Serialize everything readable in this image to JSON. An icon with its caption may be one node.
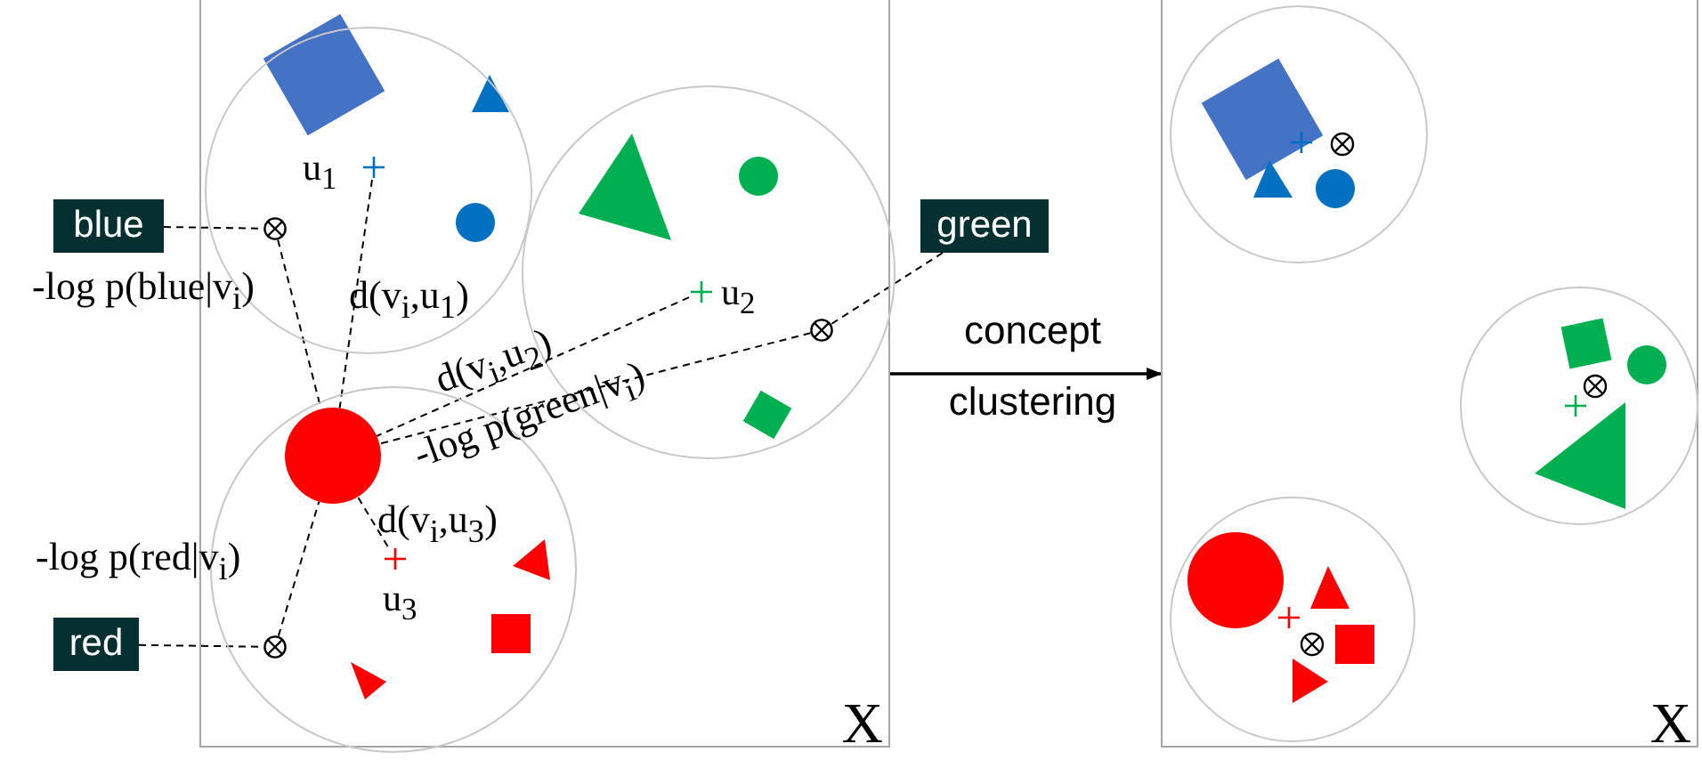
{
  "diagram": {
    "nodes": [
      {
        "text": [
          "X"
        ]
      },
      {
        "text": [],
        "shape": "circle",
        "in": 0
      },
      {
        "text": [
          "u$_{1}$"
        ],
        "in": 1
      },
      {
        "text": [],
        "shape": "circle",
        "in": 1
      },
      {
        "text": [],
        "shape": "circle",
        "in": 0
      },
      {
        "text": [
          "u$_{2}$"
        ],
        "in": 4
      },
      {
        "text": [],
        "shape": "circle",
        "in": 4
      },
      {
        "text": [],
        "shape": "circle",
        "in": 0
      },
      {
        "text": [],
        "shape": "circle",
        "in": 7
      },
      {
        "text": [
          "u$_{3}$"
        ],
        "in": 7
      },
      {
        "text": [],
        "shape": "circle",
        "in": 7
      },
      {
        "text": [
          "blue"
        ]
      },
      {
        "text": [
          "green"
        ]
      },
      {
        "text": [
          "red"
        ]
      },
      {
        "text": [
          "X"
        ]
      },
      {
        "text": [],
        "shape": "circle",
        "in": 14
      },
      {
        "text": [],
        "shape": "circle",
        "in": 14
      },
      {
        "text": [],
        "shape": "circle",
        "in": 14
      }
    ],
    "edges": [
      {
        "from": 11,
        "to": 3,
        "arrow": "none",
        "style": "dashed"
      },
      {
        "from": 3,
        "to": 8,
        "arrow": "none",
        "style": "dashed",
        "label": "-log p(blue|v$_{i}$)"
      },
      {
        "from": 2,
        "to": 8,
        "arrow": "none",
        "style": "dashed",
        "label": "d(v$_{i}$,u$_{1}$)"
      },
      {
        "from": 5,
        "to": 8,
        "arrow": "none",
        "style": "dashed",
        "label": "d(v$_{i}$,u$_{2}$)"
      },
      {
        "from": 6,
        "to": 8,
        "arrow": "none",
        "style": "dashed",
        "label": "-log p(green|v$_{i}$)"
      },
      {
        "from": 12,
        "to": 6,
        "arrow": "none",
        "style": "dashed"
      },
      {
        "from": 9,
        "to": 8,
        "arrow": "none",
        "style": "dashed",
        "label": "d(v$_{i}$,u$_{3}$)"
      },
      {
        "from": 10,
        "to": 8,
        "arrow": "none",
        "style": "dashed",
        "label": "-log p(red|v$_{i}$)"
      },
      {
        "from": 13,
        "to": 10,
        "arrow": "none",
        "style": "dashed"
      },
      {
        "from": 0,
        "to": 14,
        "arrow": "to",
        "label": "concept clustering"
      }
    ]
  }
}
